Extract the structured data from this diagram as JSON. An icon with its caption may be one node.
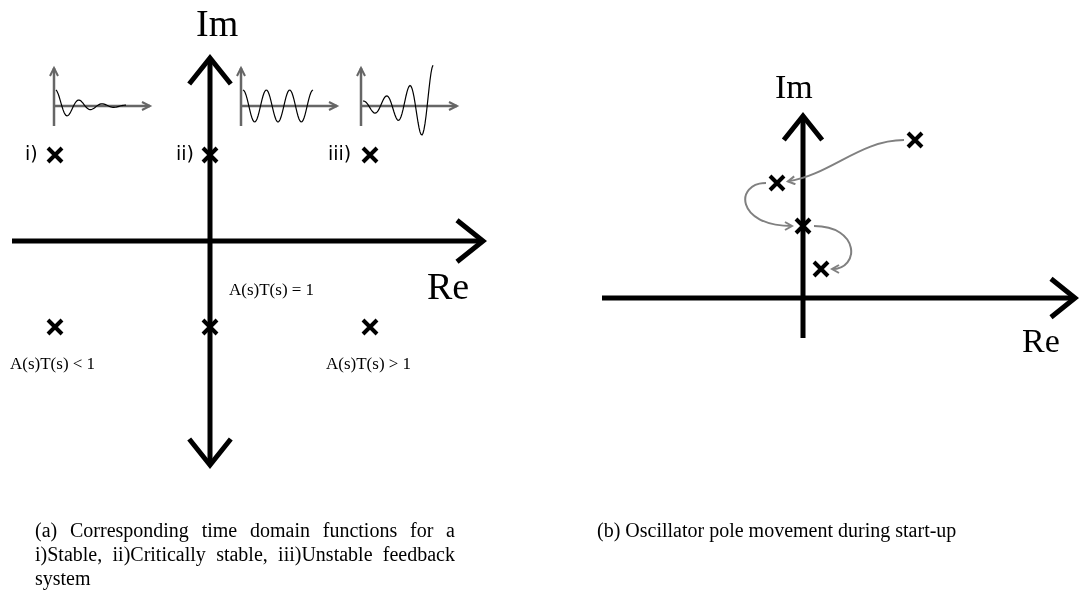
{
  "diagram": {
    "nodes": [
      {
        "text": [],
        "shape": "cross"
      },
      {
        "text": [],
        "shape": "cross"
      },
      {
        "text": [],
        "shape": "cross"
      },
      {
        "text": [],
        "shape": "cross"
      }
    ],
    "edges": [
      {
        "from": 0,
        "to": 1,
        "arrow": "to"
      },
      {
        "from": 1,
        "to": 2,
        "arrow": "to"
      },
      {
        "from": 2,
        "to": 3,
        "arrow": "to"
      }
    ],
    "labels": [
      "Im",
      "i)",
      "ii)",
      "iii)",
      "Re",
      "A(s)T(s) = 1",
      "A(s)T(s) < 1",
      "A(s)T(s) > 1",
      "Im",
      "Re",
      "(a) Corresponding time domain functions for a i)Stable, ii)Critically stable, iii)Unstable feedback system",
      "(b) Oscillator pole movement during start-up"
    ]
  }
}
